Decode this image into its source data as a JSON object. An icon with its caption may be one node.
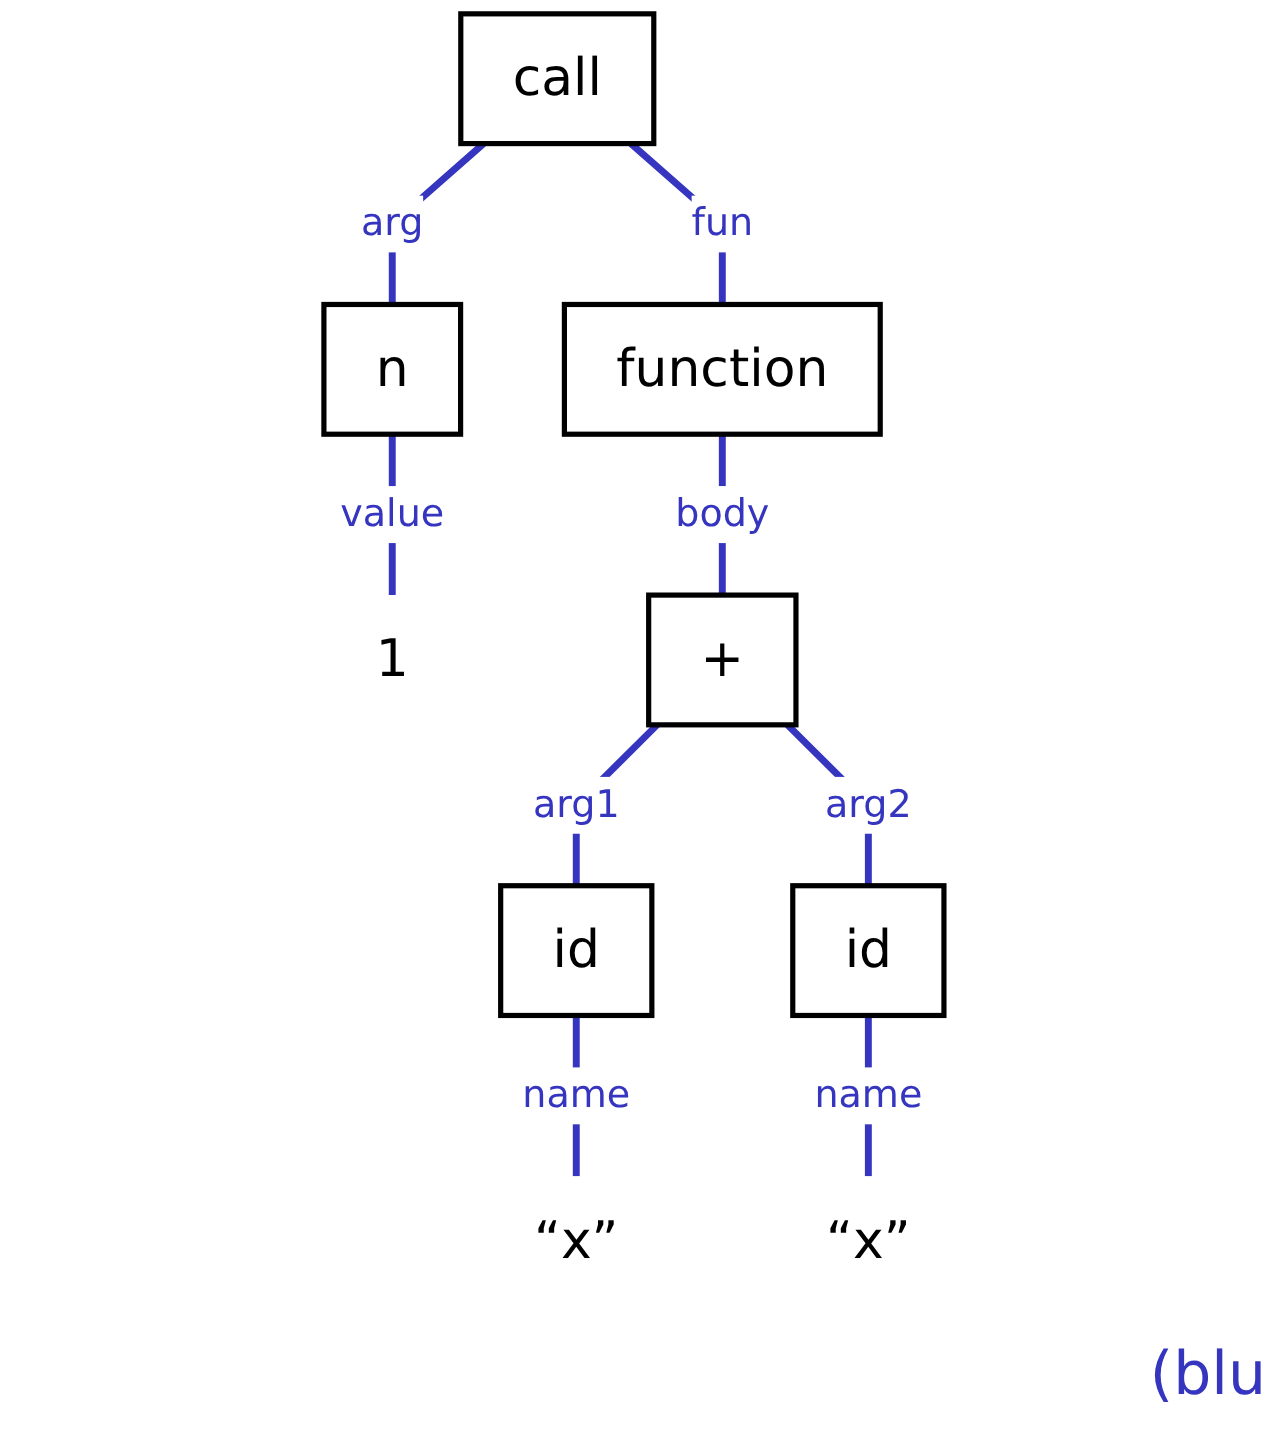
{
  "diagram": {
    "nodes": [
      {
        "text": [
          "call"
        ]
      },
      {
        "text": [
          "function"
        ]
      },
      {
        "text": [
          "n"
        ]
      },
      {
        "text": [
          "1"
        ]
      },
      {
        "text": [
          "+"
        ]
      },
      {
        "text": [
          "id"
        ]
      },
      {
        "text": [
          "id"
        ]
      },
      {
        "text": [
          "“x”"
        ]
      },
      {
        "text": [
          "“x”"
        ]
      }
    ],
    "edges": [
      {
        "from": 0,
        "to": 1,
        "arrow": "none",
        "label": "fun"
      },
      {
        "from": 0,
        "to": 2,
        "arrow": "none",
        "label": "arg"
      },
      {
        "from": 2,
        "to": 3,
        "arrow": "none",
        "label": "value"
      },
      {
        "from": 1,
        "to": 4,
        "arrow": "none",
        "label": "body"
      },
      {
        "from": 4,
        "to": 5,
        "arrow": "none",
        "label": "arg1"
      },
      {
        "from": 4,
        "to": 6,
        "arrow": "none",
        "label": "arg2"
      },
      {
        "from": 5,
        "to": 7,
        "arrow": "none",
        "label": "name"
      },
      {
        "from": 6,
        "to": 8,
        "arrow": "none",
        "label": "name"
      }
    ],
    "labels": [
      "(blu"
    ]
  }
}
